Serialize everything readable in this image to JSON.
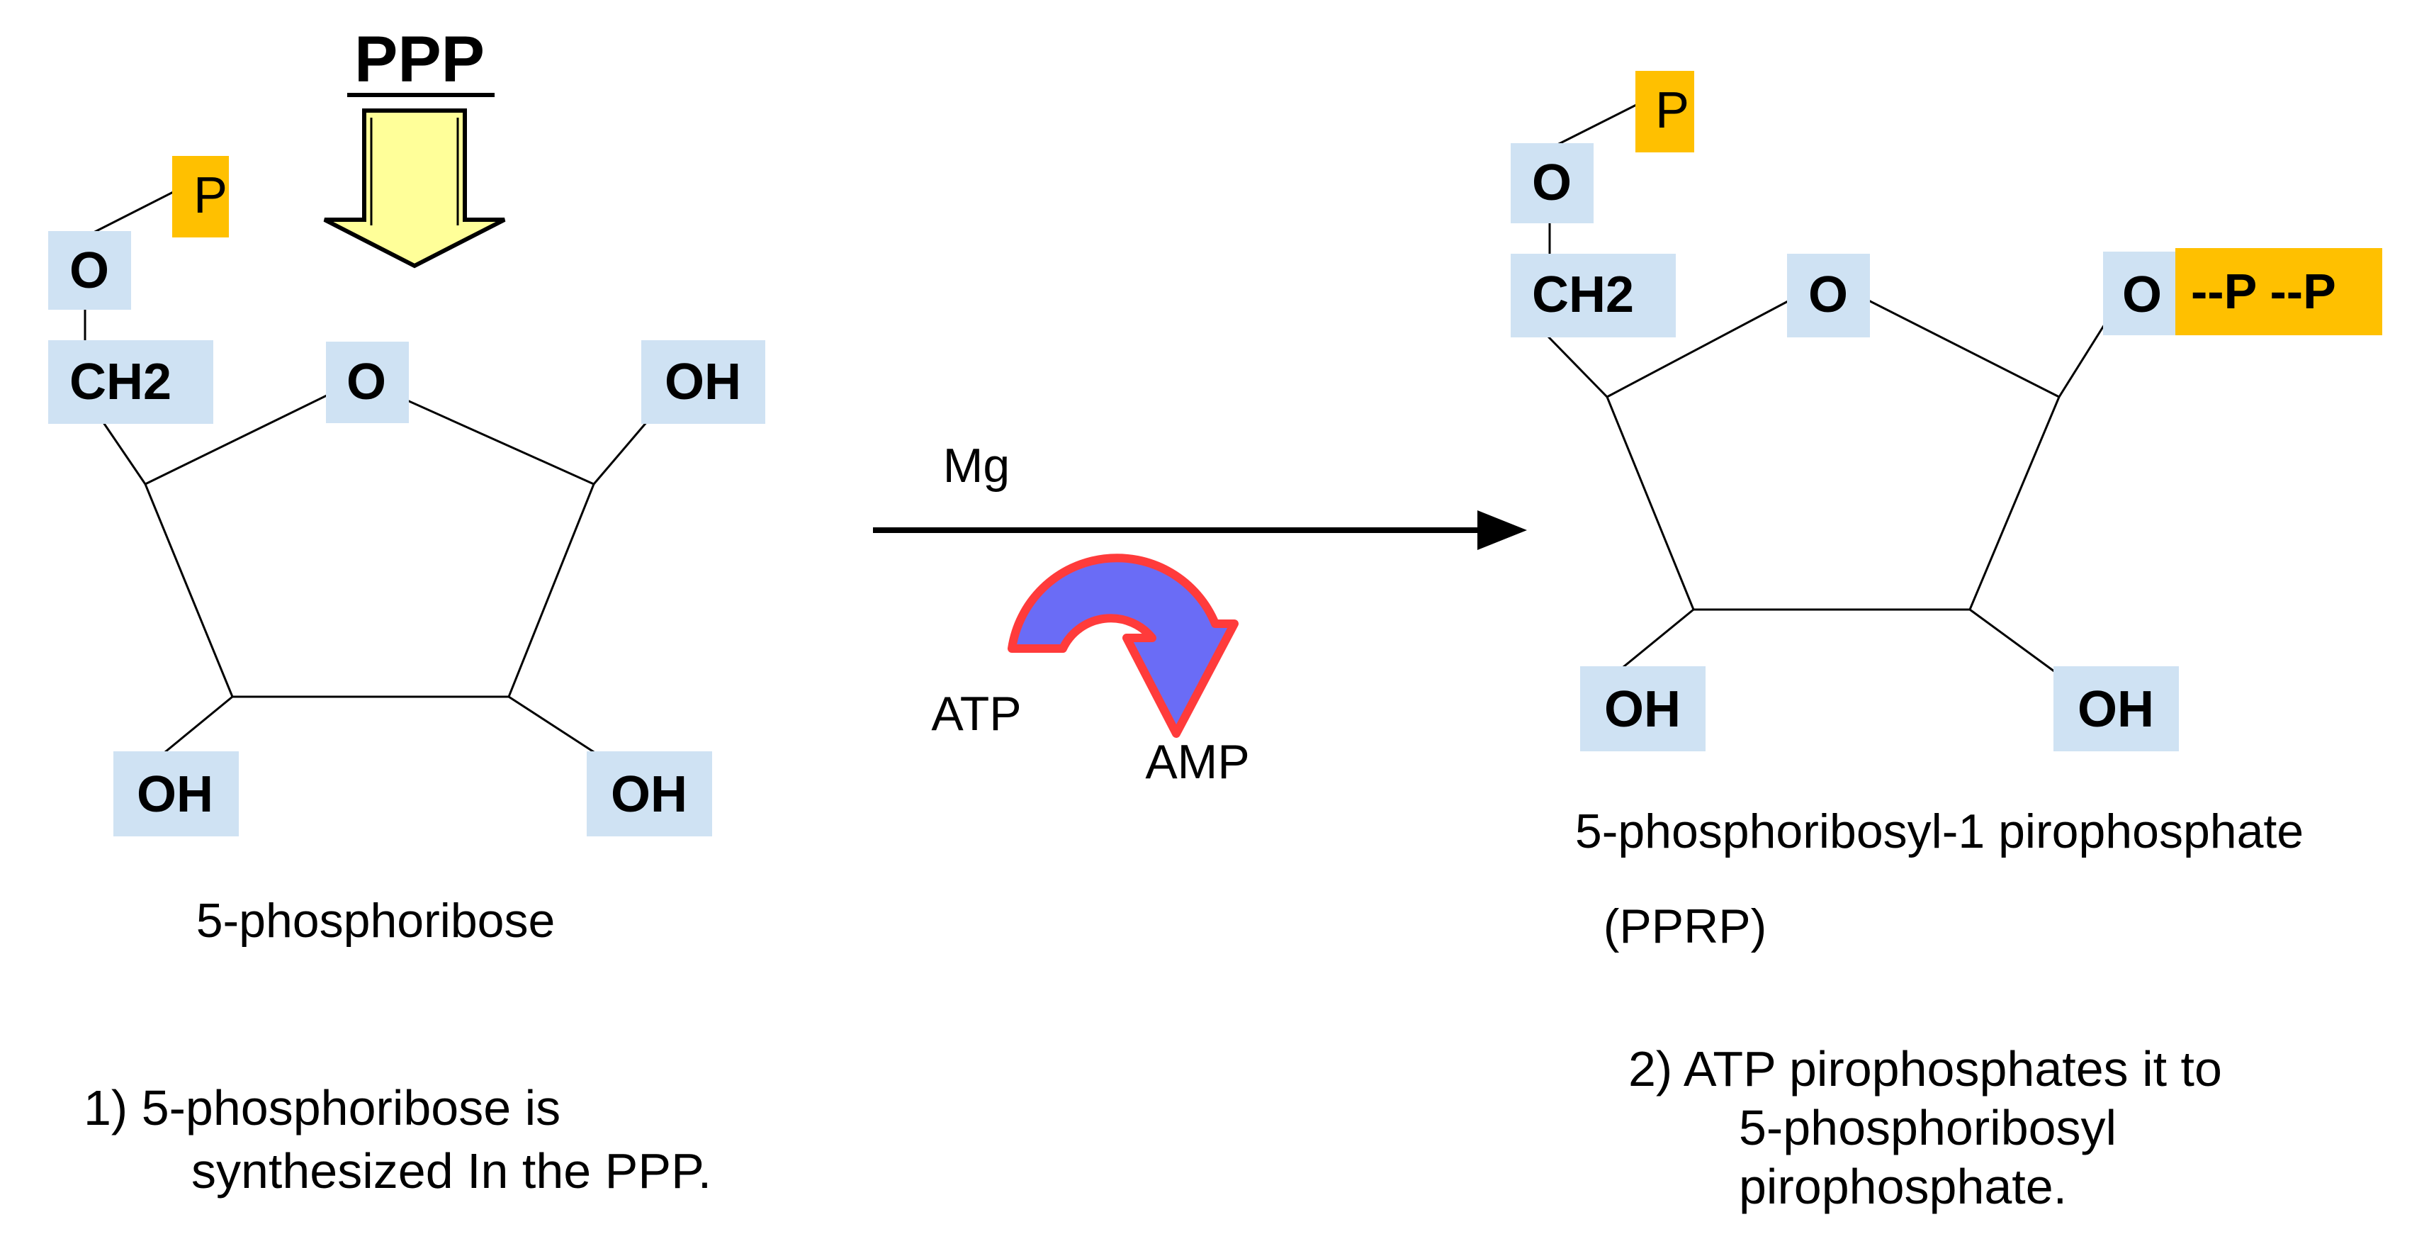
{
  "left": {
    "ppp_label": "PPP",
    "phosphate_label": "P",
    "oxygen_label": "O",
    "ch2_label": "CH2",
    "ring_oxygen_label": "O",
    "oh_c1": "OH",
    "oh_c3": "OH",
    "oh_c2": "OH",
    "name": "5-phosphoribose",
    "caption_line1": "1) 5-phosphoribose is",
    "caption_line2": "synthesized In the PPP."
  },
  "reaction": {
    "catalyst": "Mg",
    "consumed": "ATP",
    "released": "AMP"
  },
  "right": {
    "phosphate_label": "P",
    "oxygen_label": "O",
    "ch2_label": "CH2",
    "ring_oxygen_label": "O",
    "c1_oxygen_label": "O",
    "pyrophosphate_label": "--P --P",
    "oh_c3": "OH",
    "oh_c2": "OH",
    "name_line1": "5-phosphoribosyl-1 pirophosphate",
    "name_line2": "(PPRP)",
    "caption_line1": "2) ATP pirophosphates it to",
    "caption_line2": "5-phosphoribosyl",
    "caption_line3": "pirophosphate."
  },
  "colors": {
    "label_box": "#cfe2f3",
    "phosphate_box": "#ffc000",
    "big_arrow_fill": "#ffff99",
    "curved_arrow_fill": "#6a6cf6",
    "curved_arrow_stroke": "#ff3b3b",
    "line": "#000000"
  }
}
